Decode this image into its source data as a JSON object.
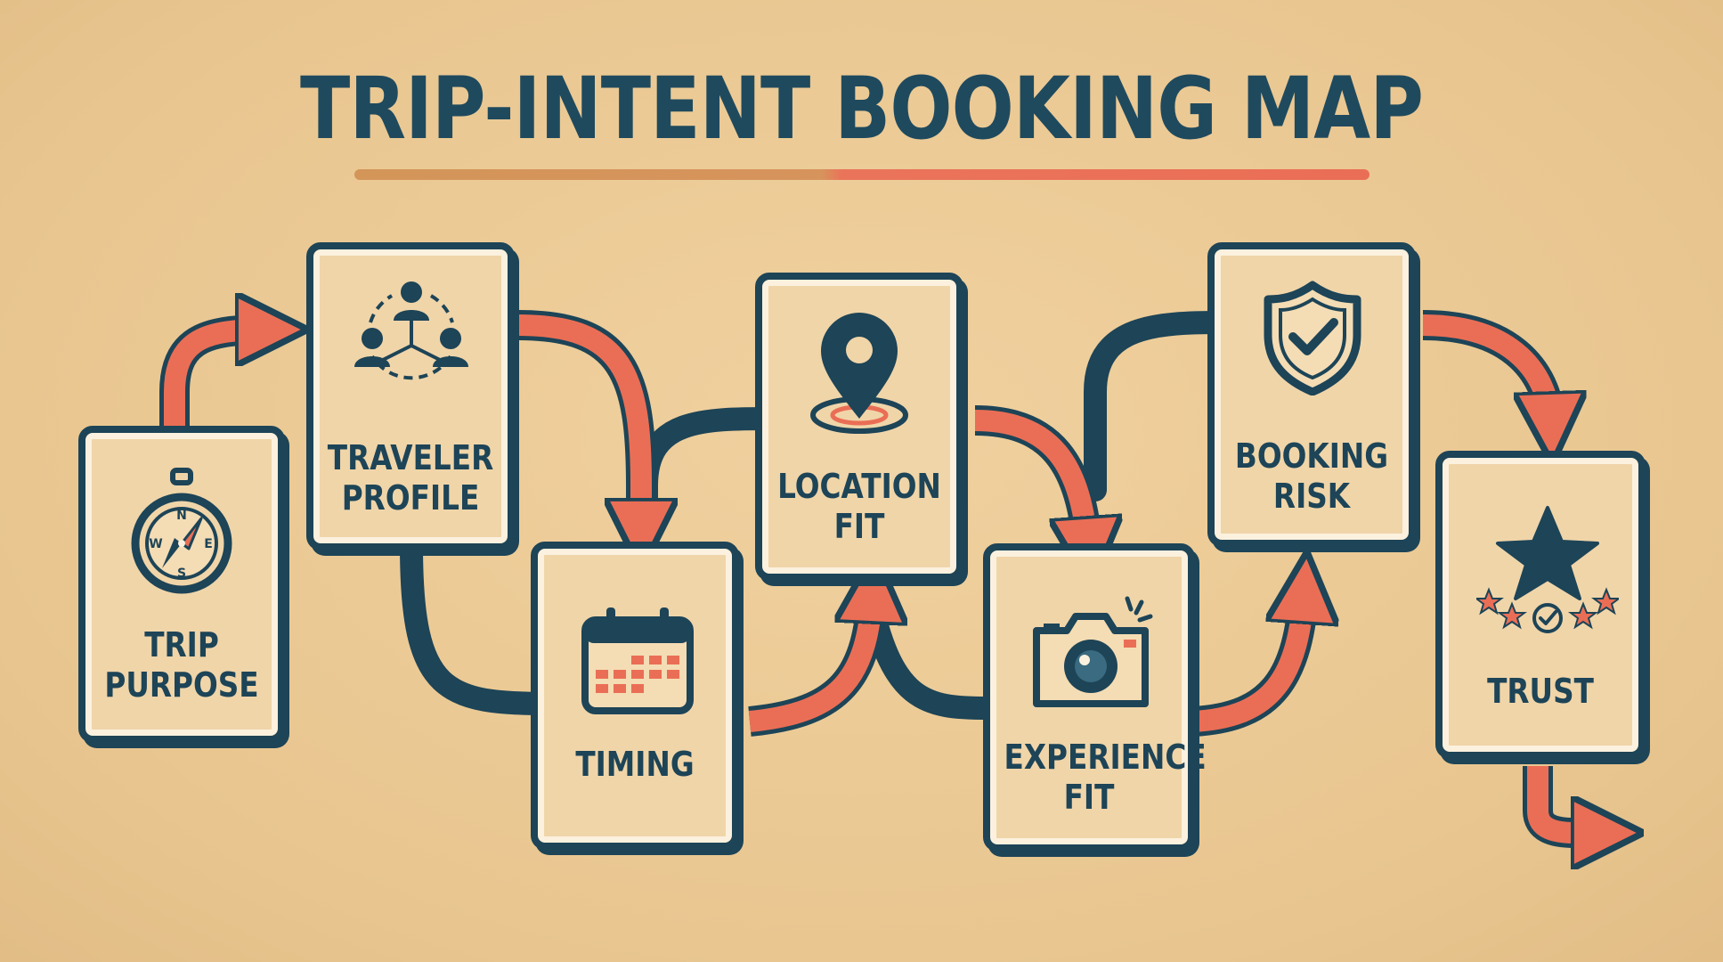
{
  "title": "TRIP-INTENT BOOKING MAP",
  "colors": {
    "background": "#ecc995",
    "navy": "#1d4457",
    "coral": "#ea6e55",
    "gold": "#d49559",
    "card_fill": "#f0d5a9"
  },
  "cards": [
    {
      "id": "trip-purpose",
      "line1": "TRIP",
      "line2": "PURPOSE",
      "icon": "compass-icon"
    },
    {
      "id": "traveler-profile",
      "line1": "TRAVELER",
      "line2": "PROFILE",
      "icon": "people-network-icon"
    },
    {
      "id": "timing",
      "line1": "TIMING",
      "line2": "",
      "icon": "calendar-icon"
    },
    {
      "id": "location-fit",
      "line1": "LOCATION",
      "line2": "FIT",
      "icon": "map-pin-icon"
    },
    {
      "id": "experience-fit",
      "line1": "EXPERIENCE",
      "line2": "FIT",
      "icon": "camera-icon"
    },
    {
      "id": "booking-risk",
      "line1": "BOOKING",
      "line2": "RISK",
      "icon": "shield-check-icon"
    },
    {
      "id": "trust",
      "line1": "TRUST",
      "line2": "",
      "icon": "star-rating-icon"
    }
  ],
  "compass_letters": {
    "n": "N",
    "s": "S",
    "w": "W",
    "e": "E"
  }
}
